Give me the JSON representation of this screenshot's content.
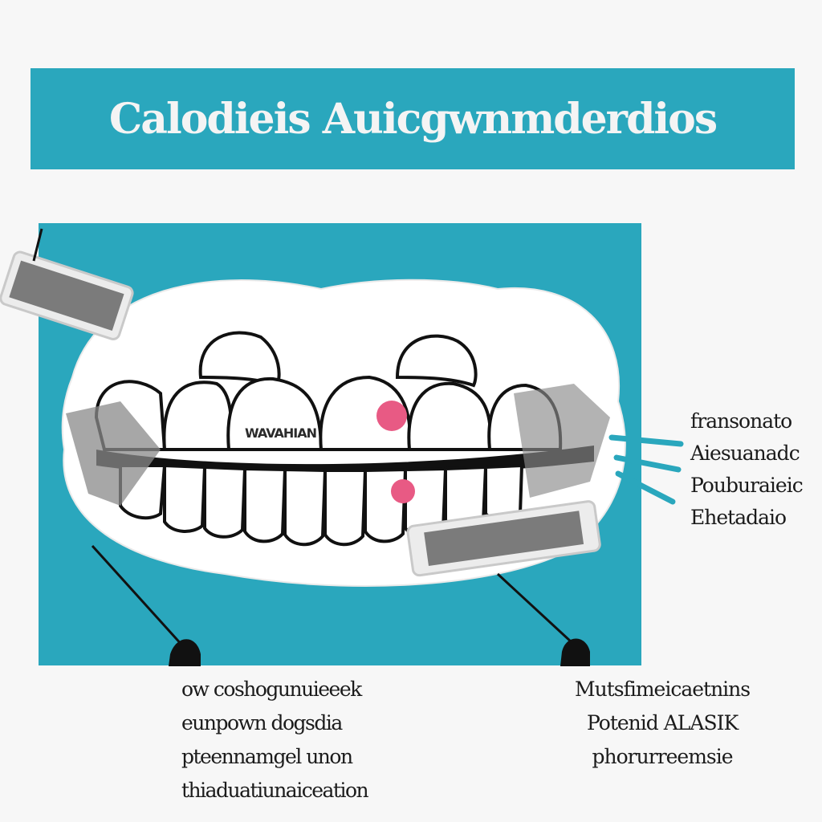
{
  "title": "Calodieis Auicgwnmderdios",
  "tooth_tag": "WAVAHIAN",
  "right_labels": [
    "fransonato",
    "Aiesuanadc",
    "Pouburaieic",
    "Ehetadaio"
  ],
  "bottom_left_labels": [
    "ow coshogunuieeek",
    "eunpown dogsdia",
    "pteennamgel unon",
    "thiaduatiunaiceation"
  ],
  "bottom_right_labels": [
    "Mutsfimeicaetnins",
    "Potenid ALASIK",
    "phorurreemsie"
  ],
  "colors": {
    "accent": "#2aa7bd",
    "gum": "#ffffff",
    "marker": "#e85a84"
  },
  "icons": [
    "toothbrush-head-icon",
    "toothbrush-head-icon",
    "pointer-line"
  ]
}
